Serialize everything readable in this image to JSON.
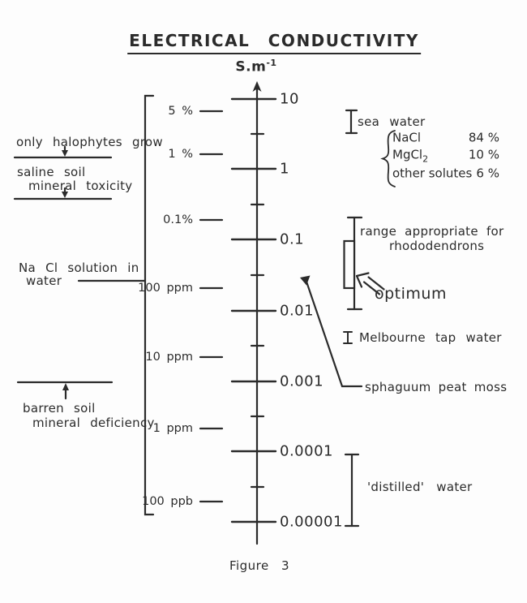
{
  "title": "ELECTRICAL CONDUCTIVITY",
  "unit_base": "S.m",
  "unit_exp": "-1",
  "figure_caption": "Figure 3",
  "colors": {
    "ink": "#2b2b2b",
    "paper": "#fdfdfd"
  },
  "axis_ticks": [
    {
      "label": "10"
    },
    {
      "label": "1"
    },
    {
      "label": "0.1"
    },
    {
      "label": "0.01"
    },
    {
      "label": "0.001"
    },
    {
      "label": "0.0001"
    },
    {
      "label": "0.00001"
    }
  ],
  "conc_labels": [
    {
      "label": "5 %"
    },
    {
      "label": "1 %"
    },
    {
      "label": "0.1%"
    },
    {
      "label": "100 ppm"
    },
    {
      "label": "10 ppm"
    },
    {
      "label": "1 ppm"
    },
    {
      "label": "100 ppb"
    }
  ],
  "left": {
    "halophytes": "only halophytes grow",
    "saline_line1": "saline soil",
    "saline_line2": "mineral toxicity",
    "nacl_line1": "Na Cl solution in",
    "nacl_line2": "water",
    "barren_line1": "barren soil",
    "barren_line2": "mineral deficiency"
  },
  "right": {
    "sea_water": "sea water",
    "composition": [
      {
        "name": "NaCl",
        "sub": "",
        "pct": "84 %"
      },
      {
        "name": "MgCl",
        "sub": "2",
        "pct": "10 %"
      },
      {
        "name": "other solutes",
        "sub": "",
        "pct": "6 %"
      }
    ],
    "rhodo_line1": "range appropriate for",
    "rhodo_line2": "rhododendrons",
    "optimum": "optimum",
    "melbourne": "Melbourne tap water",
    "sphagnum": "sphaguum peat moss",
    "distilled": "'distilled' water"
  },
  "chart_data": {
    "type": "scale",
    "title": "ELECTRICAL CONDUCTIVITY",
    "unit": "S.m^-1",
    "axis_scale": "logarithmic",
    "axis_ticks": [
      10,
      1,
      0.1,
      0.01,
      0.001,
      0.0001,
      1e-05
    ],
    "nacl_concentration_equivalents": [
      "5 %",
      "1 %",
      "0.1%",
      "100 ppm",
      "10 ppm",
      "1 ppm",
      "100 ppb"
    ],
    "annotations": [
      {
        "label": "sea water",
        "range_S_per_m": [
          3,
          7
        ]
      },
      {
        "label": "sea water composition",
        "items": [
          "NaCl 84 %",
          "MgCl2 10 %",
          "other solutes 6 %"
        ]
      },
      {
        "label": "range appropriate for rhododendrons",
        "range_S_per_m": [
          0.01,
          0.2
        ]
      },
      {
        "label": "optimum",
        "range_S_per_m": [
          0.02,
          0.1
        ]
      },
      {
        "label": "Melbourne tap water",
        "approx_S_per_m": 0.004
      },
      {
        "label": "sphaguum peat moss",
        "approx_S_per_m": 0.03
      },
      {
        "label": "'distilled' water",
        "range_S_per_m": [
          1e-05,
          0.0001
        ]
      },
      {
        "label": "only halophytes grow",
        "zone": "above saline soil line"
      },
      {
        "label": "saline soil mineral toxicity",
        "zone": "upper left"
      },
      {
        "label": "Na Cl solution in water",
        "zone": "left scale bracket"
      },
      {
        "label": "barren soil mineral deficiency",
        "zone": "lower left"
      }
    ]
  }
}
